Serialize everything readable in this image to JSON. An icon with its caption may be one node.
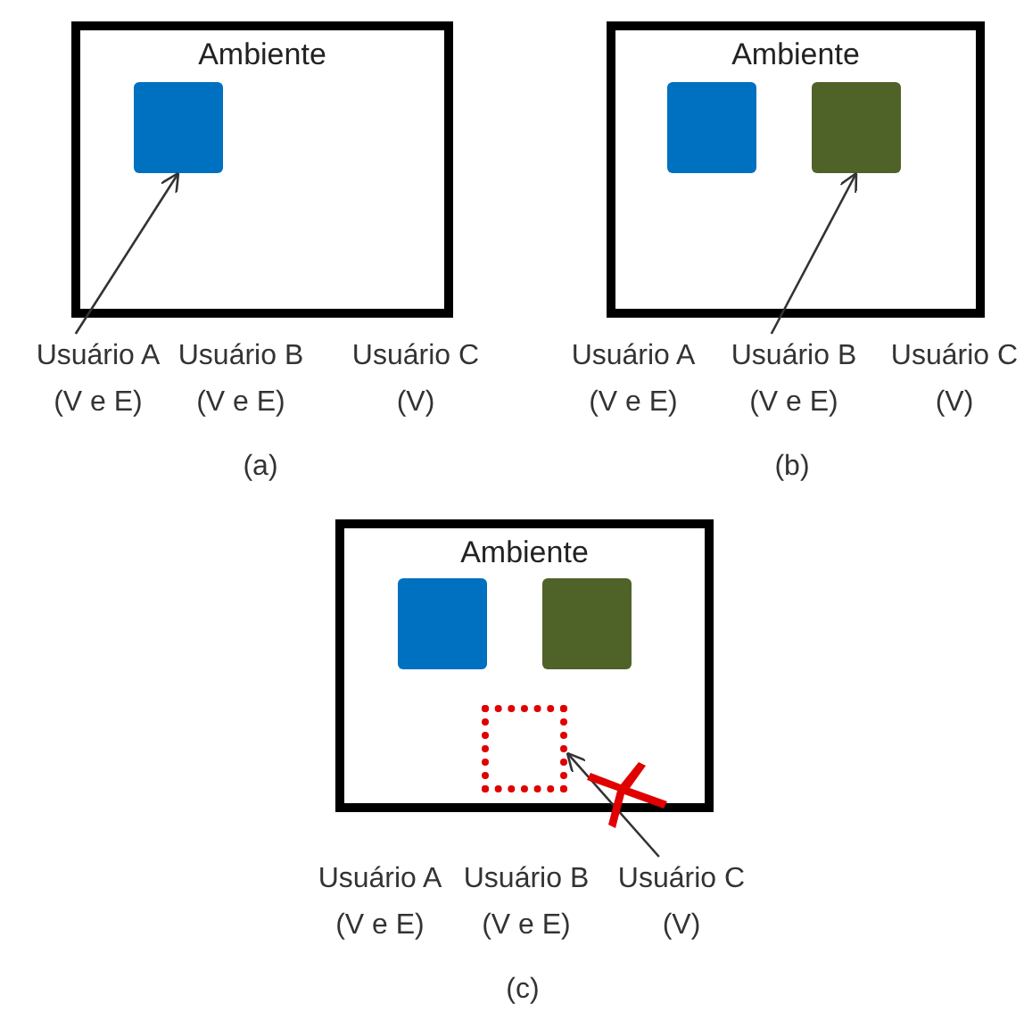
{
  "diagram": {
    "nodes": [
      {
        "text": [
          "Ambiente"
        ]
      },
      {
        "text": [],
        "shape": "box",
        "in": 0
      },
      {
        "text": [
          "Usuário A (V e E)"
        ]
      },
      {
        "text": [
          "Ambiente"
        ]
      },
      {
        "text": [],
        "shape": "box",
        "in": 3
      },
      {
        "text": [],
        "shape": "box",
        "in": 3
      },
      {
        "text": [
          "Usuário B (V e E)"
        ]
      },
      {
        "text": [
          "Ambiente"
        ]
      },
      {
        "text": [],
        "shape": "box",
        "in": 7
      },
      {
        "text": [],
        "shape": "box",
        "in": 7
      },
      {
        "text": [],
        "shape": "box",
        "in": 7
      },
      {
        "text": [
          "Usuário C (V)"
        ]
      }
    ],
    "edges": [
      {
        "from": 2,
        "to": 1,
        "arrow": "to"
      },
      {
        "from": 6,
        "to": 5,
        "arrow": "to"
      },
      {
        "from": 11,
        "to": 10,
        "arrow": "to"
      }
    ],
    "labels": [
      "Usuário B (V e E)",
      "Usuário C (V)",
      "Usuário A (V e E)",
      "Usuário C (V)",
      "(a)",
      "(b)",
      "Usuário A (V e E)",
      "Usuário B (V e E)",
      "(c)"
    ]
  }
}
